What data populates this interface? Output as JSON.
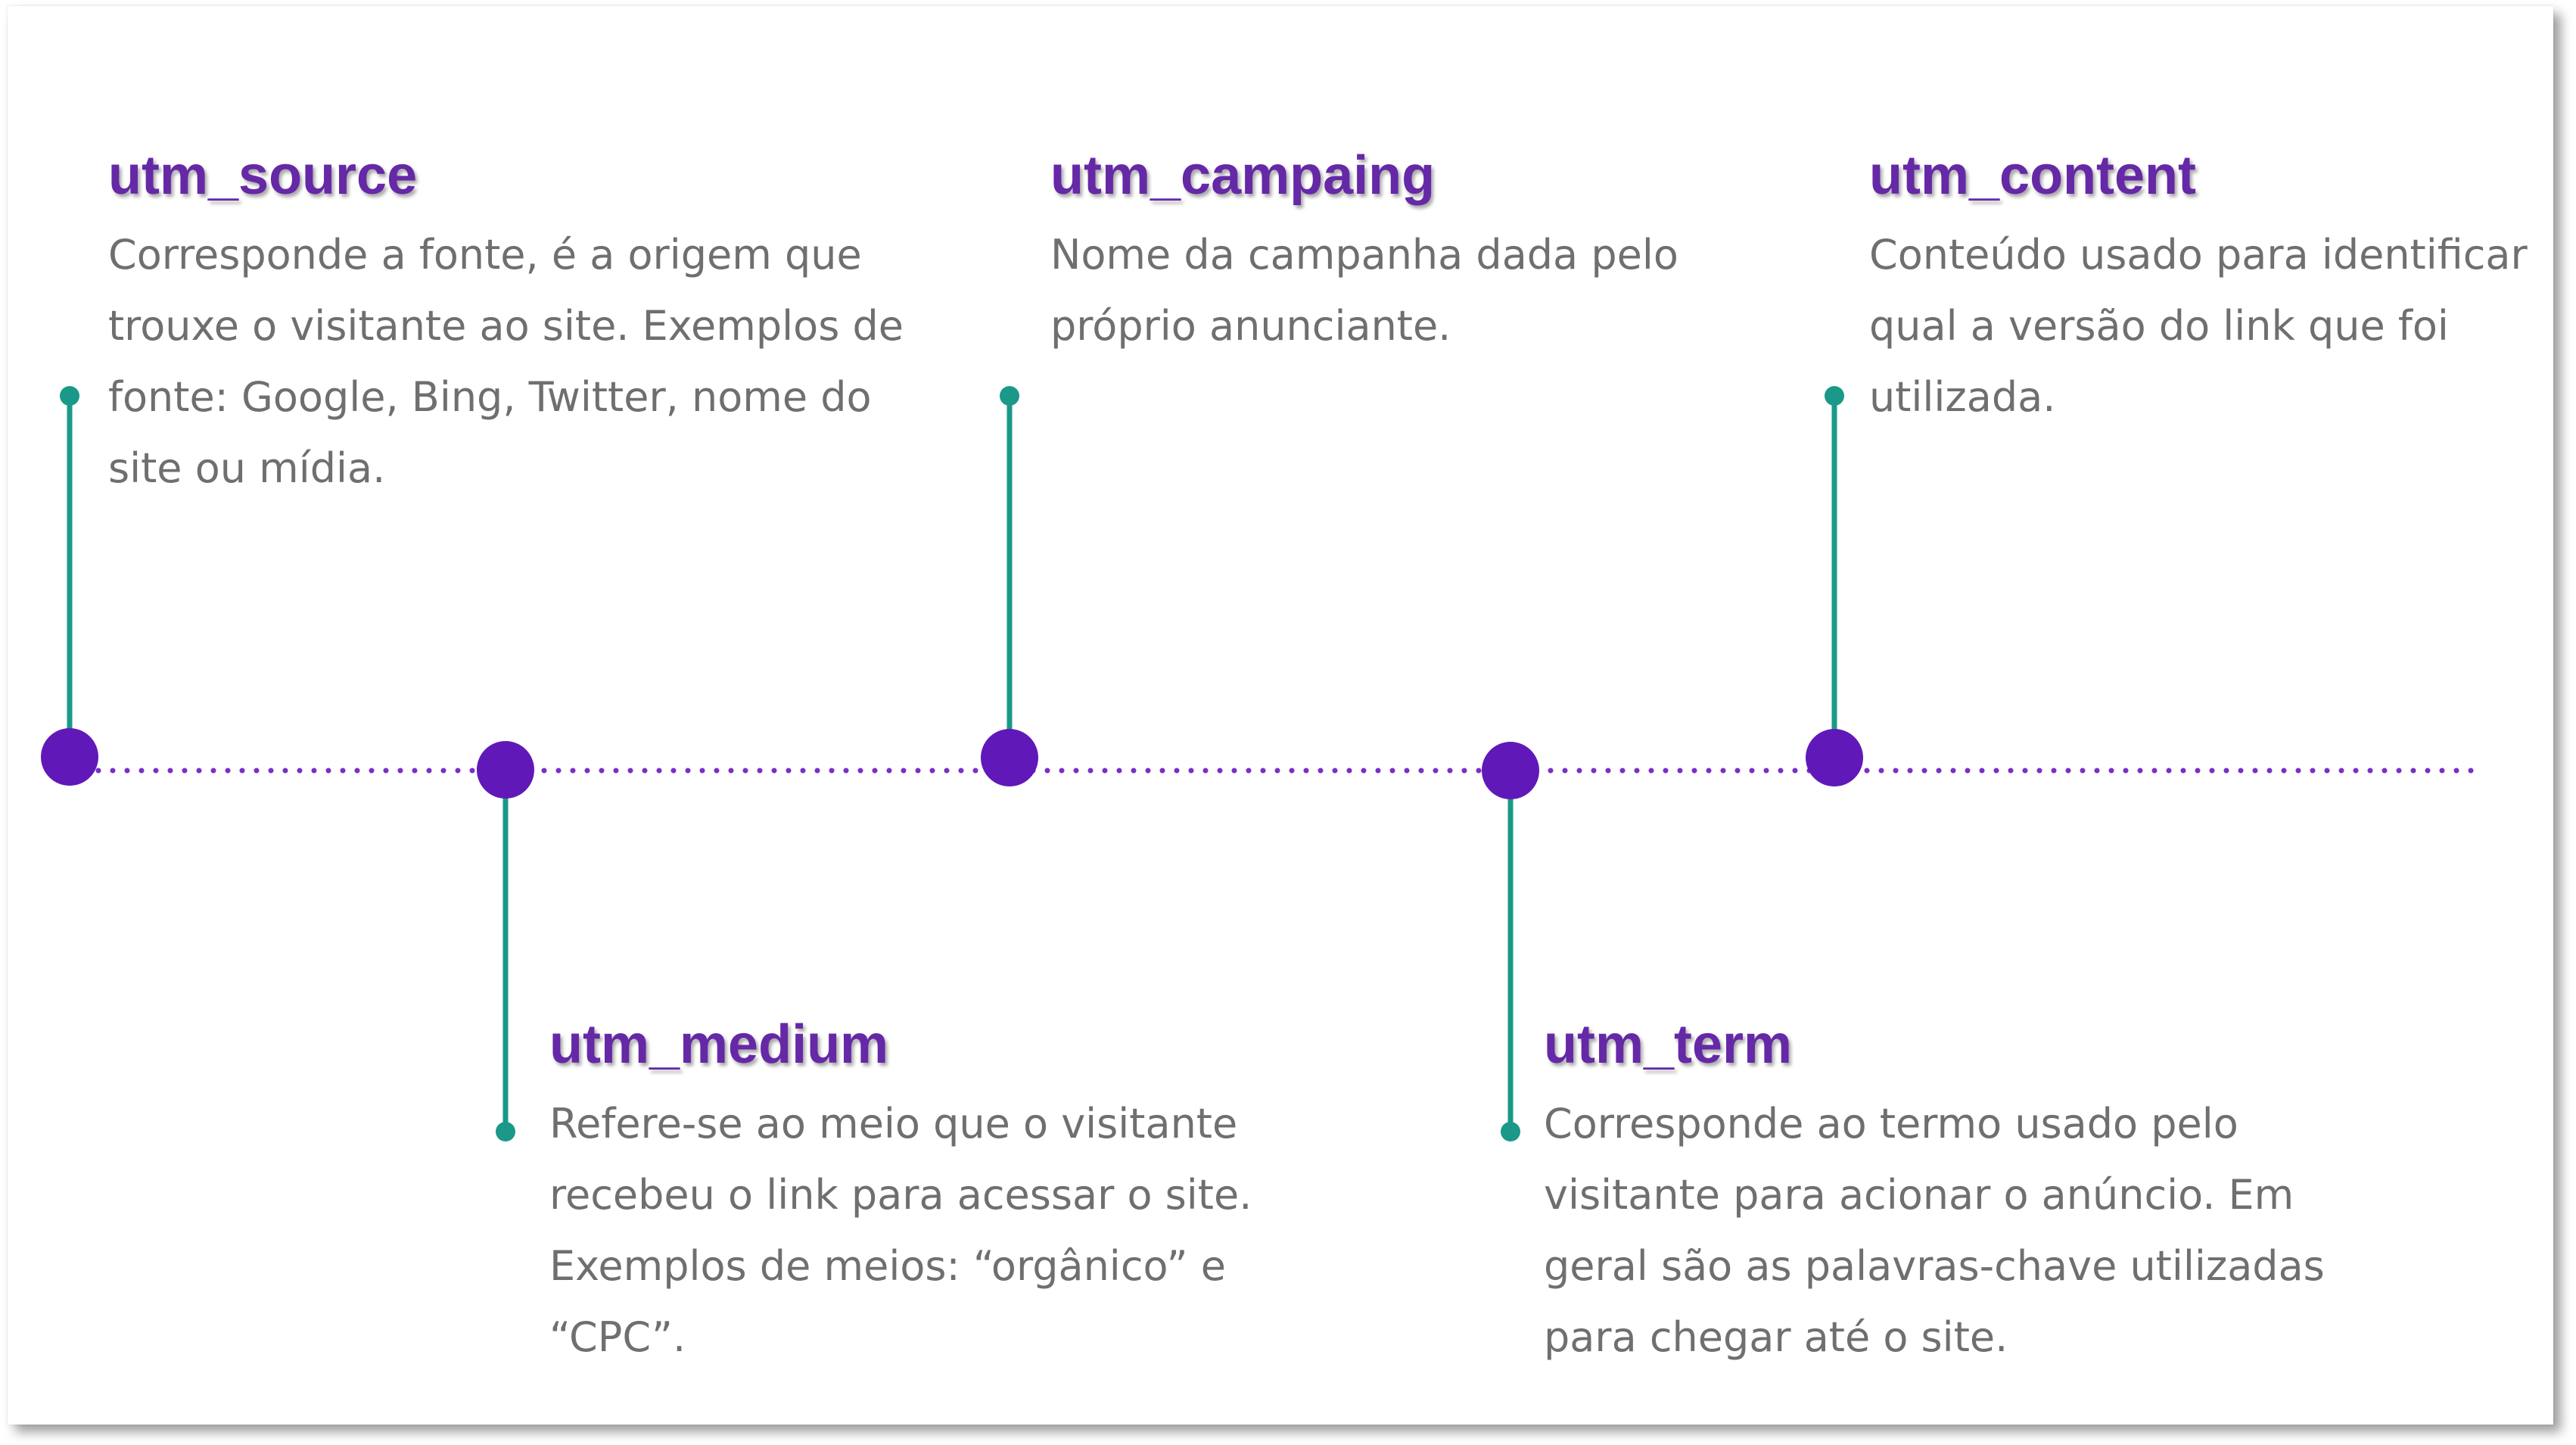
{
  "colors": {
    "title": "#6528a6",
    "text": "#6f6f6f",
    "stem": "#1a9988",
    "node": "#6019b8",
    "dots": "#7a2fc8"
  },
  "items": [
    {
      "title": "utm_source",
      "description": "Corresponde a fonte, é a origem que trouxe o visitante ao site. Exemplos de fonte: Google, Bing, Twitter, nome do site ou mídia."
    },
    {
      "title": "utm_medium",
      "description": "Refere-se ao meio que o visitante recebeu o link para acessar o site. Exemplos de meios: “orgânico” e “CPC”."
    },
    {
      "title": "utm_campaing",
      "description": "Nome da campanha dada pelo próprio anunciante."
    },
    {
      "title": "utm_term",
      "description": "Corresponde ao termo usado pelo visitante para acionar o anúncio. Em geral são as palavras-chave utilizadas para chegar até o site."
    },
    {
      "title": "utm_content",
      "description": "Conteúdo usado para identificar qual a versão do link que foi utilizada."
    }
  ]
}
